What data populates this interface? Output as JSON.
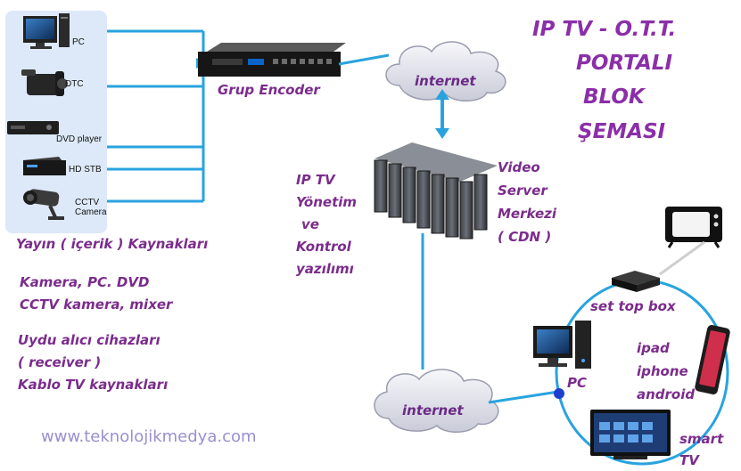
{
  "title": [
    "IP TV - O.T.T.",
    "PORTALI",
    "BLOK",
    "ŞEMASI"
  ],
  "sources": {
    "devices": [
      {
        "label": "PC",
        "icon": "pc-icon"
      },
      {
        "label": "DTC",
        "icon": "camcorder-icon"
      },
      {
        "label": "DVD player",
        "icon": "dvd-player-icon"
      },
      {
        "label": "HD STB",
        "icon": "stb-icon"
      },
      {
        "label": "CCTV\nCamera",
        "icon": "cctv-camera-icon"
      }
    ],
    "heading": "Yayın ( içerik ) Kaynakları",
    "list_1": [
      "Kamera, PC. DVD",
      "CCTV kamera, mixer"
    ],
    "list_2": [
      "Uydu alıcı cihazları",
      "( receiver )",
      "Kablo TV kaynakları"
    ]
  },
  "encoder_label": "Grup Encoder",
  "cloud_top_label": "internet",
  "cloud_bottom_label": "internet",
  "management_label": [
    "IP TV",
    "Yönetim",
    "ve",
    "Kontrol",
    "yazılımı"
  ],
  "server_label": [
    "Video",
    "Server",
    "Merkezi",
    "( CDN )"
  ],
  "clients": {
    "stb_label": "set top box",
    "pc_label": "PC",
    "mobile_label": [
      "ipad",
      "iphone",
      "android"
    ],
    "smarttv_label": [
      "smart",
      "TV"
    ]
  },
  "website": "www.teknolojikmedya.com",
  "colors": {
    "link": "#29a3df",
    "panel": "#dde9f8",
    "text": "#7b2c8c",
    "title": "#8b2fa8"
  }
}
